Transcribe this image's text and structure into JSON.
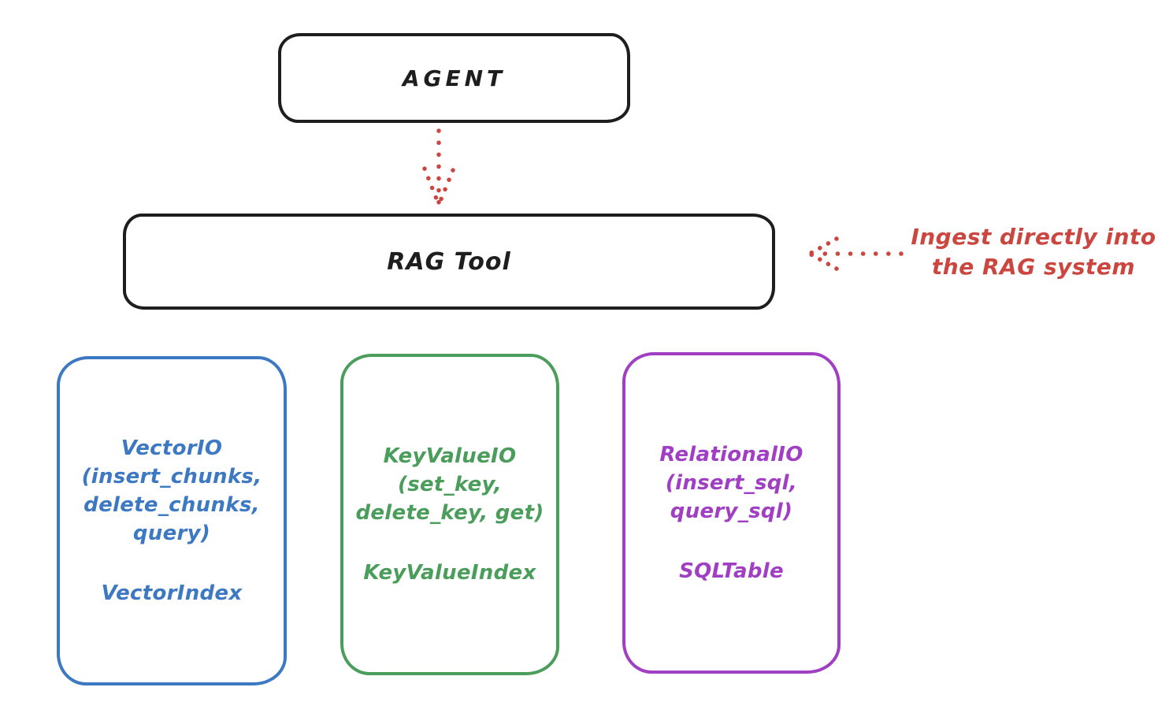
{
  "agent": {
    "label": "AGENT"
  },
  "rag_tool": {
    "label": "RAG Tool"
  },
  "annotation": {
    "line1": "Ingest directly into",
    "line2": "the RAG system"
  },
  "backends": [
    {
      "name": "vector-io",
      "lines": [
        "VectorIO",
        "(insert_chunks,",
        "delete_chunks,",
        "query)"
      ],
      "index_label": "VectorIndex",
      "color": "#3d78c2"
    },
    {
      "name": "keyvalue-io",
      "lines": [
        "KeyValueIO",
        "(set_key,",
        "delete_key, get)"
      ],
      "index_label": "KeyValueIndex",
      "color": "#4a9d5a"
    },
    {
      "name": "relational-io",
      "lines": [
        "RelationalIO",
        "(insert_sql,",
        "query_sql)"
      ],
      "index_label": "SQLTable",
      "color": "#a03fc4"
    }
  ],
  "colors": {
    "stroke": "#1e1e1e",
    "red": "#cc4640",
    "background": "#ffffff"
  }
}
